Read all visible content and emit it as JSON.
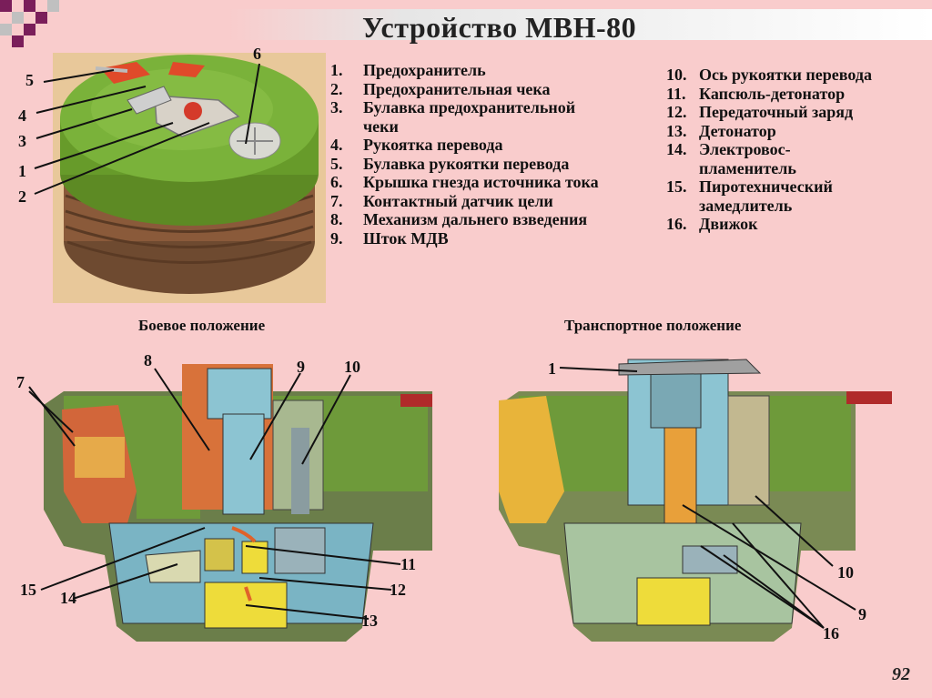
{
  "title": "Устройство МВН-80",
  "legend_left": [
    {
      "num": "1.",
      "text": "Предохранитель"
    },
    {
      "num": "2.",
      "text": "Предохранительная чека"
    },
    {
      "num": "3.",
      "text": "Булавка предохранительной"
    },
    {
      "num": "",
      "text": "чеки"
    },
    {
      "num": "4.",
      "text": "Рукоятка перевода"
    },
    {
      "num": "5.",
      "text": "Булавка рукоятки перевода"
    },
    {
      "num": "6.",
      "text": "Крышка гнезда источника тока"
    },
    {
      "num": "7.",
      "text": "Контактный датчик цели"
    },
    {
      "num": "8.",
      "text": "Механизм дальнего взведения"
    },
    {
      "num": "9.",
      "text": "Шток МДВ"
    }
  ],
  "legend_right": [
    {
      "num": "10.",
      "text": "Ось рукоятки перевода"
    },
    {
      "num": "11.",
      "text": "Капсюль-детонатор"
    },
    {
      "num": "12.",
      "text": "Передаточный заряд"
    },
    {
      "num": "13.",
      "text": "Детонатор"
    },
    {
      "num": "14.",
      "text": "Электровос-"
    },
    {
      "num": "",
      "text": "пламенитель"
    },
    {
      "num": "15.",
      "text": "Пиротехнический"
    },
    {
      "num": "",
      "text": "замедлитель"
    },
    {
      "num": "16.",
      "text": "Движок"
    }
  ],
  "captions": {
    "combat": "Боевое положение",
    "transport": "Транспортное положение"
  },
  "labels": {
    "top": [
      "5",
      "4",
      "3",
      "1",
      "2",
      "6"
    ],
    "combat": [
      "7",
      "8",
      "9",
      "10",
      "11",
      "12",
      "13",
      "14",
      "15"
    ],
    "transport": [
      "1",
      "10",
      "9",
      "16"
    ]
  },
  "page_number": "92",
  "colors": {
    "background": "#f9cccc",
    "mine_green": "#6a9a2c",
    "steel_blue": "#7fb7c4",
    "orange": "#e0622a",
    "yellow": "#ecd938",
    "brown": "#9a6a3a"
  }
}
